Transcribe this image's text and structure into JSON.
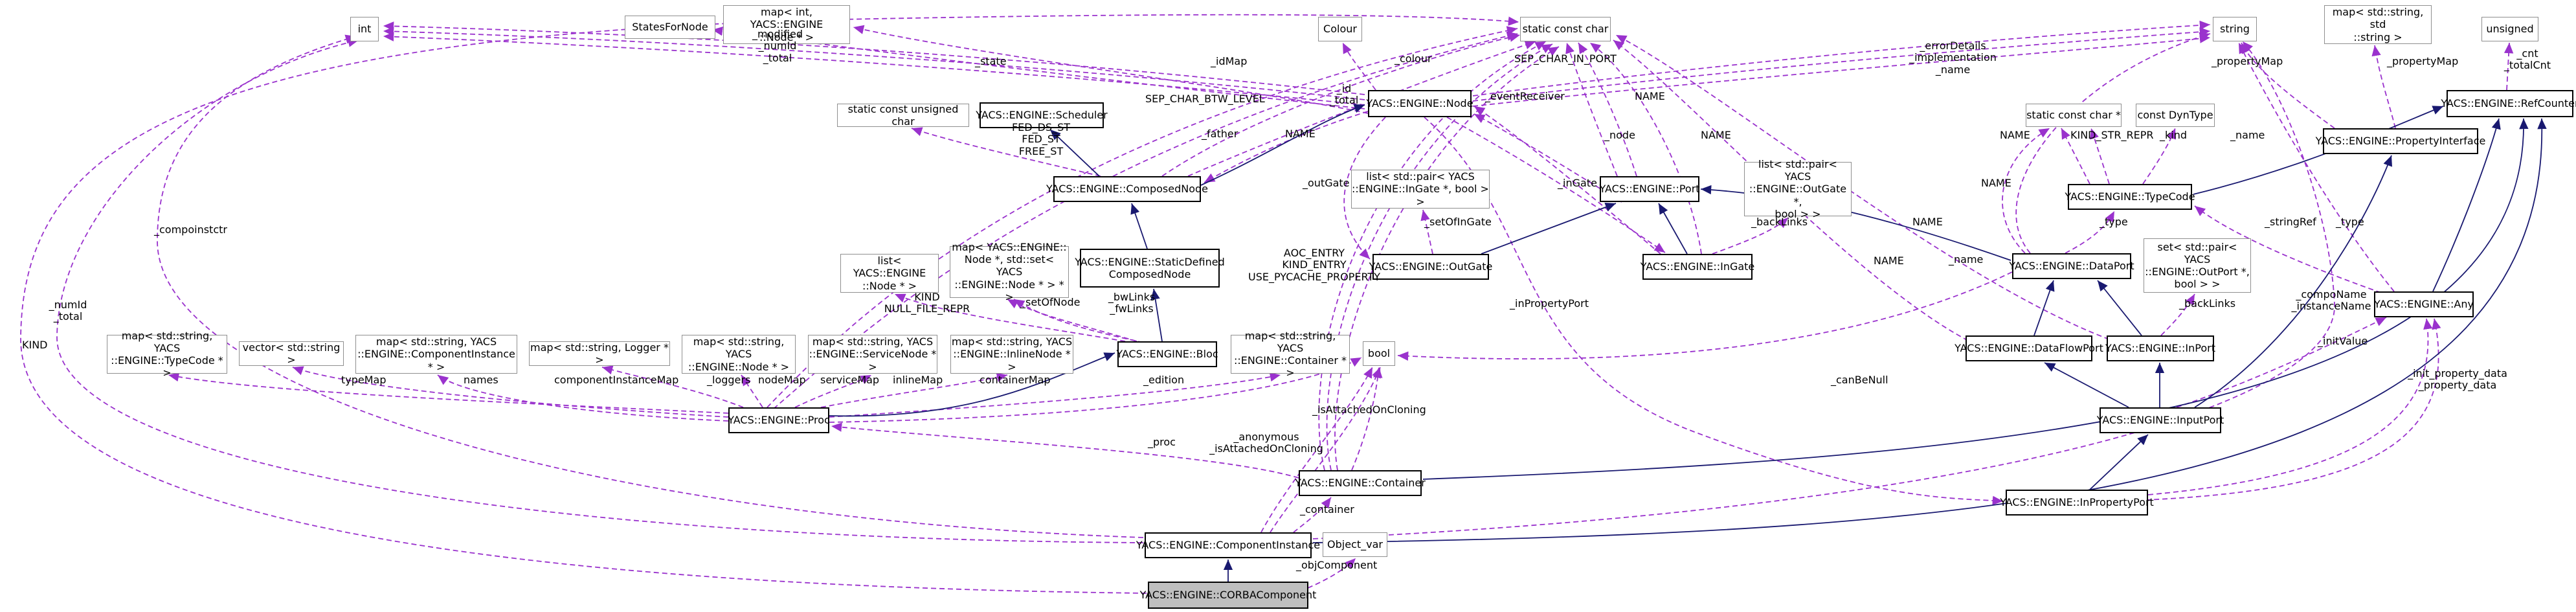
{
  "diagram": {
    "type": "doxygen-collaboration-graph",
    "highlighted_class": "YACS::ENGINE::CORBAComponent",
    "colors": {
      "usage_edge": "#9a32cd",
      "inheritance_edge": "#191970",
      "highlight_fill": "#bfbfbf",
      "box_bg": "#ffffff"
    }
  },
  "nodes": [
    {
      "label": "int"
    },
    {
      "label": "StatesForNode"
    },
    {
      "label": "map< int, YACS::ENGINE\n::Node * >"
    },
    {
      "label": "Colour"
    },
    {
      "label": "static const char"
    },
    {
      "label": "string"
    },
    {
      "label": "map< std::string, std\n::string >"
    },
    {
      "label": "unsigned"
    },
    {
      "label": "static const unsigned char"
    },
    {
      "label": "YACS::ENGINE::Scheduler"
    },
    {
      "label": "YACS::ENGINE::Node"
    },
    {
      "label": "YACS::ENGINE::RefCounter"
    },
    {
      "label": "static const char *"
    },
    {
      "label": "const DynType"
    },
    {
      "label": "YACS::ENGINE::PropertyInterface"
    },
    {
      "label": "YACS::ENGINE::ComposedNode"
    },
    {
      "label": "YACS::ENGINE::TypeCode"
    },
    {
      "label": "list< std::pair< YACS\n::ENGINE::InGate *, bool > >"
    },
    {
      "label": "YACS::ENGINE::Port"
    },
    {
      "label": "list< std::pair< YACS\n::ENGINE::OutGate *,\nbool > >"
    },
    {
      "label": "YACS::ENGINE::StaticDefined\nComposedNode"
    },
    {
      "label": "YACS::ENGINE::OutGate"
    },
    {
      "label": "YACS::ENGINE::InGate"
    },
    {
      "label": "set< std::pair< YACS\n::ENGINE::OutPort *,\nbool > >"
    },
    {
      "label": "YACS::ENGINE::DataPort"
    },
    {
      "label": "YACS::ENGINE::Any"
    },
    {
      "label": "list< YACS::ENGINE\n::Node * >"
    },
    {
      "label": "map< YACS::ENGINE::\nNode *, std::set< YACS\n::ENGINE::Node * > * >"
    },
    {
      "label": "YACS::ENGINE::DataFlowPort"
    },
    {
      "label": "YACS::ENGINE::InPort"
    },
    {
      "label": "map< std::string, YACS\n::ENGINE::TypeCode * >"
    },
    {
      "label": "vector< std::string >"
    },
    {
      "label": "map< std::string, YACS\n::ENGINE::ComponentInstance * >"
    },
    {
      "label": "map< std::string, Logger * >"
    },
    {
      "label": "map< std::string, YACS\n::ENGINE::Node * >"
    },
    {
      "label": "map< std::string, YACS\n::ENGINE::ServiceNode * >"
    },
    {
      "label": "map< std::string, YACS\n::ENGINE::InlineNode * >"
    },
    {
      "label": "YACS::ENGINE::Bloc"
    },
    {
      "label": "map< std::string, YACS\n::ENGINE::Container * >"
    },
    {
      "label": "bool"
    },
    {
      "label": "YACS::ENGINE::Proc"
    },
    {
      "label": "YACS::ENGINE::InputPort"
    },
    {
      "label": "YACS::ENGINE::Container"
    },
    {
      "label": "YACS::ENGINE::InPropertyPort"
    },
    {
      "label": "YACS::ENGINE::ComponentInstance"
    },
    {
      "label": "Object_var"
    },
    {
      "label": "YACS::ENGINE::CORBAComponent"
    }
  ],
  "edge_labels": [
    {
      "text": "_modified\n_numId\n_total"
    },
    {
      "text": "_state"
    },
    {
      "text": "_idMap"
    },
    {
      "text": "_colour"
    },
    {
      "text": "SEP_CHAR_BTW_LEVEL"
    },
    {
      "text": "SEP_CHAR_IN_PORT"
    },
    {
      "text": "_errorDetails\n_implementation\n_name"
    },
    {
      "text": "_propertyMap"
    },
    {
      "text": "_propertyMap"
    },
    {
      "text": "_cnt\n_totalCnt"
    },
    {
      "text": "FED_DS_ST\nFED_ST\nFREE_ST"
    },
    {
      "text": "_father"
    },
    {
      "text": "NAME"
    },
    {
      "text": "_id\n_total"
    },
    {
      "text": "_eventReceiver"
    },
    {
      "text": "NAME"
    },
    {
      "text": "_node"
    },
    {
      "text": "NAME"
    },
    {
      "text": "NAME"
    },
    {
      "text": "KIND_STR_REPR"
    },
    {
      "text": "_kind"
    },
    {
      "text": "_name"
    },
    {
      "text": "_outGate"
    },
    {
      "text": "_inGate"
    },
    {
      "text": "NAME"
    },
    {
      "text": "_setOfInGate"
    },
    {
      "text": "_backLinks"
    },
    {
      "text": "NAME"
    },
    {
      "text": "_type"
    },
    {
      "text": "_stringRef"
    },
    {
      "text": "_type"
    },
    {
      "text": "AOC_ENTRY\nKIND_ENTRY\nUSE_PYCACHE_PROPERTY"
    },
    {
      "text": "KIND\nNULL_FILE_REPR"
    },
    {
      "text": "_setOfNode"
    },
    {
      "text": "_bwLinks\n_fwLinks"
    },
    {
      "text": "NAME"
    },
    {
      "text": "_name"
    },
    {
      "text": "_compoName\n_instanceName"
    },
    {
      "text": "_backLinks"
    },
    {
      "text": "_inPropertyPort"
    },
    {
      "text": "_initValue"
    },
    {
      "text": "_compoinstctr"
    },
    {
      "text": "_numId\n_total"
    },
    {
      "text": "KIND"
    },
    {
      "text": "typeMap"
    },
    {
      "text": "names"
    },
    {
      "text": "componentInstanceMap"
    },
    {
      "text": "_loggers"
    },
    {
      "text": "nodeMap"
    },
    {
      "text": "serviceMap"
    },
    {
      "text": "inlineMap"
    },
    {
      "text": "containerMap"
    },
    {
      "text": "_edition"
    },
    {
      "text": "_canBeNull"
    },
    {
      "text": "_isAttachedOnCloning"
    },
    {
      "text": "_init_property_data\n_property_data"
    },
    {
      "text": "_anonymous\n_isAttachedOnCloning"
    },
    {
      "text": "_proc"
    },
    {
      "text": "_container"
    },
    {
      "text": "_objComponent"
    }
  ]
}
